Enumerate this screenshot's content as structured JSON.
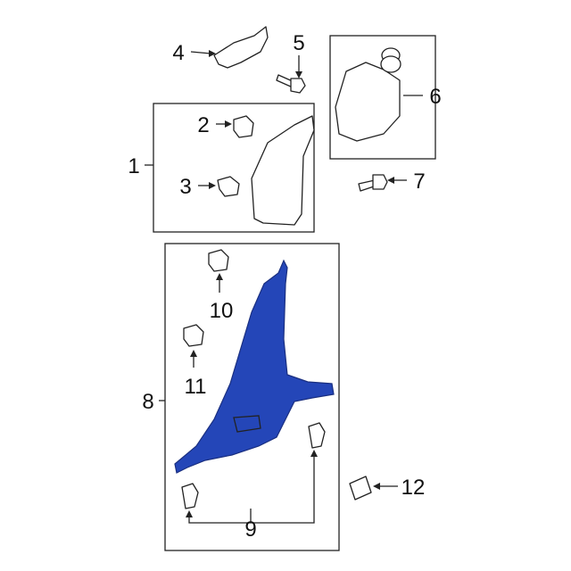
{
  "callouts": [
    "1",
    "2",
    "3",
    "4",
    "5",
    "6",
    "7",
    "8",
    "9",
    "10",
    "11",
    "12"
  ],
  "colors": {
    "highlight_part": "#2446b8",
    "line": "#222222"
  }
}
